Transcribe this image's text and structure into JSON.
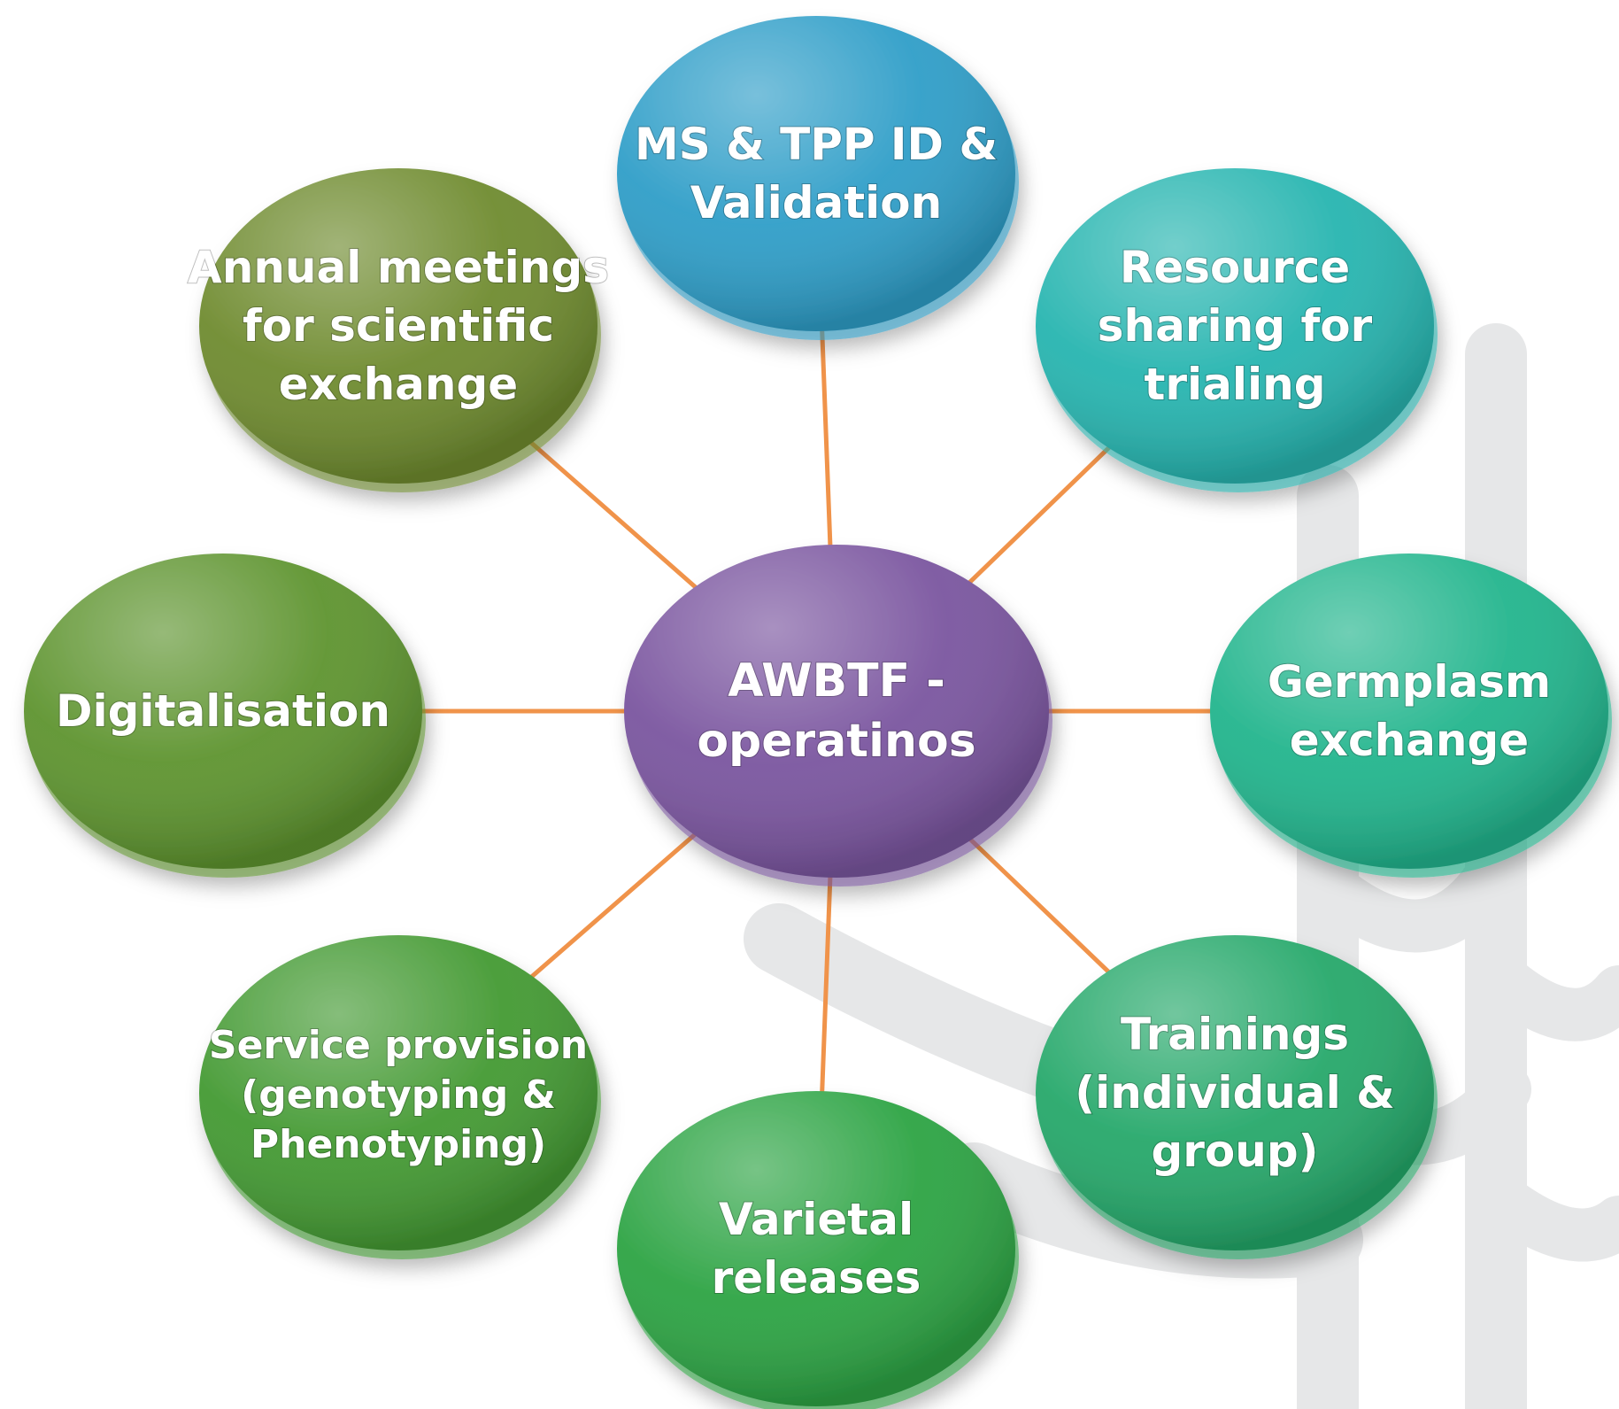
{
  "diagram": {
    "center": {
      "lines": [
        "AWBTF -",
        "operatinos"
      ],
      "color": "#7a559f"
    },
    "nodes": [
      {
        "id": "ms-tpp",
        "lines": [
          "MS & TPP ID &",
          "Validation"
        ],
        "color": "#2f9ec8"
      },
      {
        "id": "resource-sharing",
        "lines": [
          "Resource",
          "sharing for",
          "trialing"
        ],
        "color": "#27b5b0"
      },
      {
        "id": "germplasm",
        "lines": [
          "Germplasm",
          "exchange"
        ],
        "color": "#22b58d"
      },
      {
        "id": "trainings",
        "lines": [
          "Trainings",
          "(individual &",
          "group)"
        ],
        "color": "#25a86a"
      },
      {
        "id": "varietal",
        "lines": [
          "Varietal",
          "releases"
        ],
        "color": "#2da444"
      },
      {
        "id": "service",
        "lines": [
          "Service provision",
          "(genotyping &",
          "Phenotyping)"
        ],
        "color": "#449a33"
      },
      {
        "id": "digitalisation",
        "lines": [
          "Digitalisation"
        ],
        "color": "#5e942f"
      },
      {
        "id": "annual",
        "lines": [
          "Annual meetings",
          "for scientific",
          "exchange"
        ],
        "color": "#6f8b2f"
      }
    ],
    "connector_color": "#f0934a",
    "watermark_color": "#e6e7e8"
  }
}
